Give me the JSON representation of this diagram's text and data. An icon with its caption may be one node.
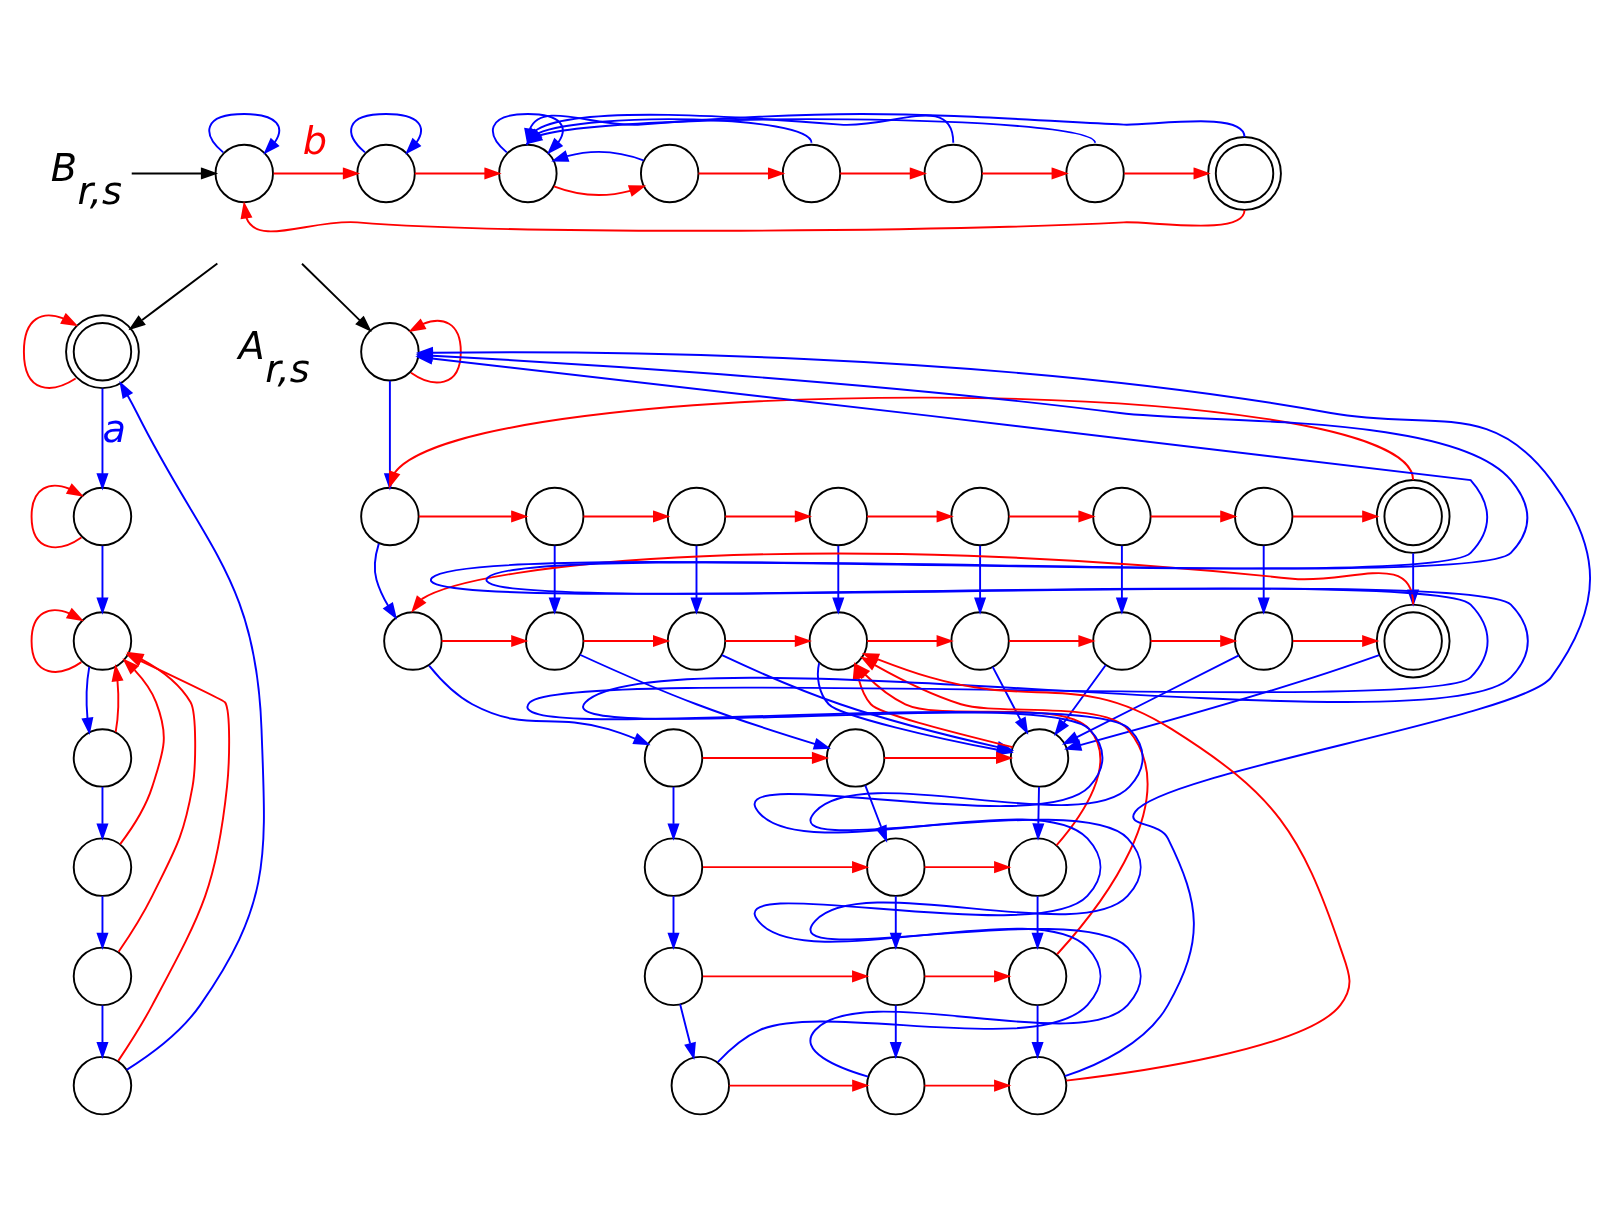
{
  "diagram": {
    "nodes": [
      {
        "text": [
          "B$_{r,s}$"
        ]
      },
      {
        "text": [],
        "shape": "circle"
      },
      {
        "text": [],
        "shape": "circle"
      },
      {
        "text": [],
        "shape": "circle"
      },
      {
        "text": [],
        "shape": "circle"
      },
      {
        "text": [],
        "shape": "circle"
      },
      {
        "text": [],
        "shape": "circle"
      },
      {
        "text": [],
        "shape": "circle"
      },
      {
        "text": [],
        "shape": "doublecircle"
      },
      {
        "text": [],
        "shape": "doublecircle"
      },
      {
        "text": [],
        "shape": "circle"
      },
      {
        "text": [],
        "shape": "circle"
      },
      {
        "text": [],
        "shape": "circle"
      },
      {
        "text": [],
        "shape": "circle"
      },
      {
        "text": [],
        "shape": "circle"
      },
      {
        "text": [],
        "shape": "circle"
      },
      {
        "text": [],
        "shape": "circle"
      },
      {
        "text": [],
        "shape": "circle"
      },
      {
        "text": [],
        "shape": "circle"
      },
      {
        "text": [],
        "shape": "circle"
      },
      {
        "text": [],
        "shape": "circle"
      },
      {
        "text": [],
        "shape": "circle"
      },
      {
        "text": [],
        "shape": "circle"
      },
      {
        "text": [],
        "shape": "circle"
      },
      {
        "text": [],
        "shape": "doublecircle"
      },
      {
        "text": [],
        "shape": "circle"
      },
      {
        "text": [],
        "shape": "circle"
      },
      {
        "text": [],
        "shape": "circle"
      },
      {
        "text": [],
        "shape": "circle"
      },
      {
        "text": [],
        "shape": "circle"
      },
      {
        "text": [],
        "shape": "circle"
      },
      {
        "text": [],
        "shape": "circle"
      },
      {
        "text": [],
        "shape": "doublecircle"
      },
      {
        "text": [],
        "shape": "circle"
      },
      {
        "text": [],
        "shape": "circle"
      },
      {
        "text": [],
        "shape": "circle"
      },
      {
        "text": [],
        "shape": "circle"
      },
      {
        "text": [],
        "shape": "circle"
      },
      {
        "text": [],
        "shape": "circle"
      },
      {
        "text": [],
        "shape": "circle"
      },
      {
        "text": [],
        "shape": "circle"
      },
      {
        "text": [],
        "shape": "circle"
      },
      {
        "text": [],
        "shape": "circle"
      },
      {
        "text": [],
        "shape": "circle"
      },
      {
        "text": [],
        "shape": "circle"
      }
    ],
    "edges": [
      {
        "from": 0,
        "to": 1,
        "arrow": "to",
        "color": "#000000"
      },
      {
        "from": 1,
        "to": 1,
        "arrow": "to",
        "color": "#0000ff"
      },
      {
        "from": 2,
        "to": 2,
        "arrow": "to",
        "color": "#0000ff"
      },
      {
        "from": 3,
        "to": 3,
        "arrow": "to",
        "color": "#0000ff"
      },
      {
        "from": 1,
        "to": 2,
        "arrow": "to",
        "color": "#ff0000",
        "label": "b"
      },
      {
        "from": 2,
        "to": 3,
        "arrow": "to",
        "color": "#ff0000"
      },
      {
        "from": 3,
        "to": 4,
        "arrow": "to",
        "color": "#ff0000"
      },
      {
        "from": 4,
        "to": 5,
        "arrow": "to",
        "color": "#ff0000"
      },
      {
        "from": 5,
        "to": 6,
        "arrow": "to",
        "color": "#ff0000"
      },
      {
        "from": 6,
        "to": 7,
        "arrow": "to",
        "color": "#ff0000"
      },
      {
        "from": 7,
        "to": 8,
        "arrow": "to",
        "color": "#ff0000"
      },
      {
        "from": 4,
        "to": 3,
        "arrow": "to",
        "color": "#0000ff"
      },
      {
        "from": 5,
        "to": 3,
        "arrow": "to",
        "color": "#0000ff"
      },
      {
        "from": 6,
        "to": 3,
        "arrow": "to",
        "color": "#0000ff"
      },
      {
        "from": 7,
        "to": 3,
        "arrow": "to",
        "color": "#0000ff"
      },
      {
        "from": 8,
        "to": 3,
        "arrow": "to",
        "color": "#0000ff"
      },
      {
        "from": 8,
        "to": 1,
        "arrow": "to",
        "color": "#ff0000"
      },
      {
        "from": null,
        "to": 9,
        "arrow": "to",
        "color": "#000000"
      },
      {
        "from": 9,
        "to": 9,
        "arrow": "to",
        "color": "#ff0000"
      },
      {
        "from": 10,
        "to": 10,
        "arrow": "to",
        "color": "#ff0000"
      },
      {
        "from": 11,
        "to": 11,
        "arrow": "to",
        "color": "#ff0000"
      },
      {
        "from": 9,
        "to": 10,
        "arrow": "to",
        "color": "#0000ff",
        "label": "a"
      },
      {
        "from": 10,
        "to": 11,
        "arrow": "to",
        "color": "#0000ff"
      },
      {
        "from": 11,
        "to": 12,
        "arrow": "to",
        "color": "#0000ff"
      },
      {
        "from": 12,
        "to": 13,
        "arrow": "to",
        "color": "#0000ff"
      },
      {
        "from": 13,
        "to": 14,
        "arrow": "to",
        "color": "#0000ff"
      },
      {
        "from": 14,
        "to": 15,
        "arrow": "to",
        "color": "#0000ff"
      },
      {
        "from": 15,
        "to": 9,
        "arrow": "to",
        "color": "#0000ff"
      },
      {
        "from": 12,
        "to": 11,
        "arrow": "to",
        "color": "#ff0000"
      },
      {
        "from": 13,
        "to": 11,
        "arrow": "to",
        "color": "#ff0000"
      },
      {
        "from": 14,
        "to": 11,
        "arrow": "to",
        "color": "#ff0000"
      },
      {
        "from": 15,
        "to": 11,
        "arrow": "to",
        "color": "#ff0000"
      },
      {
        "from": null,
        "to": 16,
        "arrow": "to",
        "color": "#000000"
      },
      {
        "from": 16,
        "to": 16,
        "arrow": "to",
        "color": "#ff0000"
      },
      {
        "from": 16,
        "to": 17,
        "arrow": "to",
        "color": "#0000ff"
      },
      {
        "from": 17,
        "to": 18,
        "arrow": "to",
        "color": "#ff0000"
      },
      {
        "from": 18,
        "to": 19,
        "arrow": "to",
        "color": "#ff0000"
      },
      {
        "from": 19,
        "to": 20,
        "arrow": "to",
        "color": "#ff0000"
      },
      {
        "from": 20,
        "to": 21,
        "arrow": "to",
        "color": "#ff0000"
      },
      {
        "from": 21,
        "to": 22,
        "arrow": "to",
        "color": "#ff0000"
      },
      {
        "from": 22,
        "to": 23,
        "arrow": "to",
        "color": "#ff0000"
      },
      {
        "from": 23,
        "to": 24,
        "arrow": "to",
        "color": "#ff0000"
      },
      {
        "from": 24,
        "to": 17,
        "arrow": "to",
        "color": "#ff0000"
      },
      {
        "from": 17,
        "to": 25,
        "arrow": "to",
        "color": "#0000ff"
      },
      {
        "from": 18,
        "to": 26,
        "arrow": "to",
        "color": "#0000ff"
      },
      {
        "from": 19,
        "to": 27,
        "arrow": "to",
        "color": "#0000ff"
      },
      {
        "from": 20,
        "to": 28,
        "arrow": "to",
        "color": "#0000ff"
      },
      {
        "from": 21,
        "to": 29,
        "arrow": "to",
        "color": "#0000ff"
      },
      {
        "from": 22,
        "to": 30,
        "arrow": "to",
        "color": "#0000ff"
      },
      {
        "from": 23,
        "to": 31,
        "arrow": "to",
        "color": "#0000ff"
      },
      {
        "from": 24,
        "to": 32,
        "arrow": "to",
        "color": "#0000ff"
      },
      {
        "from": 25,
        "to": 26,
        "arrow": "to",
        "color": "#ff0000"
      },
      {
        "from": 26,
        "to": 27,
        "arrow": "to",
        "color": "#ff0000"
      },
      {
        "from": 27,
        "to": 28,
        "arrow": "to",
        "color": "#ff0000"
      },
      {
        "from": 28,
        "to": 29,
        "arrow": "to",
        "color": "#ff0000"
      },
      {
        "from": 29,
        "to": 30,
        "arrow": "to",
        "color": "#ff0000"
      },
      {
        "from": 30,
        "to": 31,
        "arrow": "to",
        "color": "#ff0000"
      },
      {
        "from": 31,
        "to": 32,
        "arrow": "to",
        "color": "#ff0000"
      },
      {
        "from": 32,
        "to": 25,
        "arrow": "to",
        "color": "#ff0000"
      },
      {
        "from": 25,
        "to": 33,
        "arrow": "to",
        "color": "#0000ff"
      },
      {
        "from": 26,
        "to": 34,
        "arrow": "to",
        "color": "#0000ff"
      },
      {
        "from": 27,
        "to": 35,
        "arrow": "to",
        "color": "#0000ff"
      },
      {
        "from": 28,
        "to": 35,
        "arrow": "to",
        "color": "#0000ff"
      },
      {
        "from": 29,
        "to": 35,
        "arrow": "to",
        "color": "#0000ff"
      },
      {
        "from": 30,
        "to": 35,
        "arrow": "to",
        "color": "#0000ff"
      },
      {
        "from": 31,
        "to": 35,
        "arrow": "to",
        "color": "#0000ff"
      },
      {
        "from": 32,
        "to": 35,
        "arrow": "to",
        "color": "#0000ff"
      },
      {
        "from": 33,
        "to": 34,
        "arrow": "to",
        "color": "#ff0000"
      },
      {
        "from": 34,
        "to": 35,
        "arrow": "to",
        "color": "#ff0000"
      },
      {
        "from": 35,
        "to": 28,
        "arrow": "to",
        "color": "#ff0000"
      },
      {
        "from": 33,
        "to": 36,
        "arrow": "to",
        "color": "#0000ff"
      },
      {
        "from": 34,
        "to": 37,
        "arrow": "to",
        "color": "#0000ff"
      },
      {
        "from": 35,
        "to": 38,
        "arrow": "to",
        "color": "#0000ff"
      },
      {
        "from": 36,
        "to": 37,
        "arrow": "to",
        "color": "#ff0000"
      },
      {
        "from": 37,
        "to": 38,
        "arrow": "to",
        "color": "#ff0000"
      },
      {
        "from": 38,
        "to": 28,
        "arrow": "to",
        "color": "#ff0000"
      },
      {
        "from": 36,
        "to": 39,
        "arrow": "to",
        "color": "#0000ff"
      },
      {
        "from": 37,
        "to": 40,
        "arrow": "to",
        "color": "#0000ff"
      },
      {
        "from": 38,
        "to": 41,
        "arrow": "to",
        "color": "#0000ff"
      },
      {
        "from": 39,
        "to": 40,
        "arrow": "to",
        "color": "#ff0000"
      },
      {
        "from": 40,
        "to": 41,
        "arrow": "to",
        "color": "#ff0000"
      },
      {
        "from": 41,
        "to": 28,
        "arrow": "to",
        "color": "#ff0000"
      },
      {
        "from": 39,
        "to": 42,
        "arrow": "to",
        "color": "#0000ff"
      },
      {
        "from": 40,
        "to": 43,
        "arrow": "to",
        "color": "#0000ff"
      },
      {
        "from": 41,
        "to": 44,
        "arrow": "to",
        "color": "#0000ff"
      },
      {
        "from": 42,
        "to": 43,
        "arrow": "to",
        "color": "#ff0000"
      },
      {
        "from": 43,
        "to": 44,
        "arrow": "to",
        "color": "#ff0000"
      },
      {
        "from": 44,
        "to": 28,
        "arrow": "to",
        "color": "#ff0000"
      },
      {
        "from": 42,
        "to": 16,
        "arrow": "to",
        "color": "#0000ff"
      },
      {
        "from": 43,
        "to": 16,
        "arrow": "to",
        "color": "#0000ff"
      },
      {
        "from": 44,
        "to": 16,
        "arrow": "to",
        "color": "#0000ff"
      }
    ],
    "labels": [
      "A$_{r,s}$"
    ]
  }
}
